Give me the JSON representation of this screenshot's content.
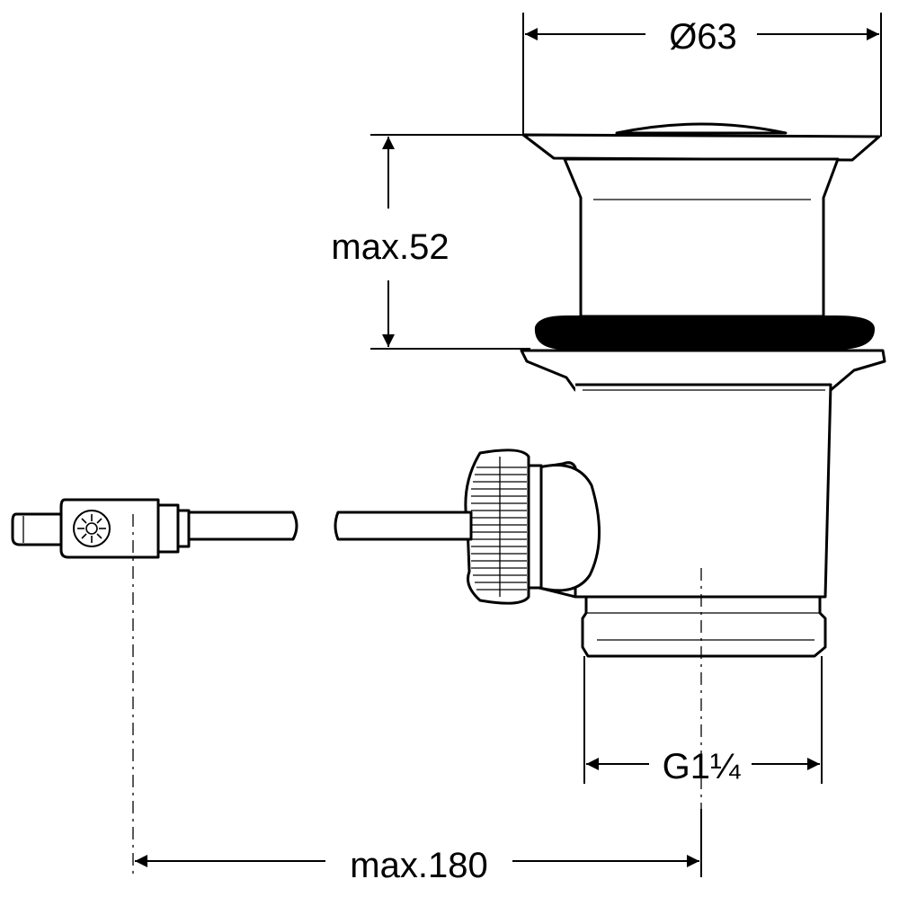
{
  "dimensions": {
    "top_diameter": "Ø63",
    "height": "max.52",
    "thread": "G1¼",
    "rod_length": "max.180"
  },
  "colors": {
    "line": "#000000",
    "background": "#ffffff",
    "gasket": "#000000"
  },
  "icons": {
    "cable_clip": "flower-symbol-icon"
  }
}
